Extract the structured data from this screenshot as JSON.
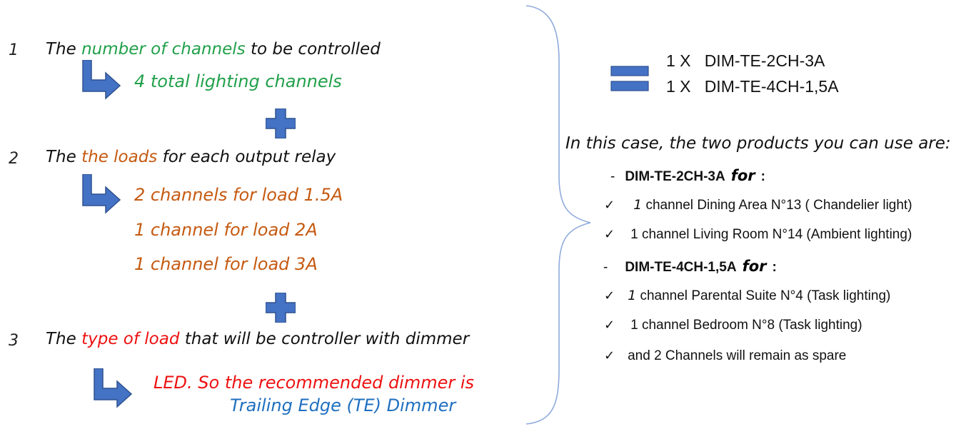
{
  "left": {
    "step1": {
      "number": "1",
      "prefix": "The ",
      "highlight": "number of channels",
      "suffix": " to be controlled",
      "result": "4 total lighting channels"
    },
    "step2": {
      "number": "2",
      "prefix": "The ",
      "highlight": "the loads",
      "suffix": " for each output relay",
      "results": [
        "2 channels for load 1.5A",
        "1 channel for load 2A",
        "1 channel for load 3A"
      ]
    },
    "step3": {
      "number": "3",
      "prefix": "The ",
      "highlight": "type of load",
      "suffix": " that will be controller with dimmer",
      "result_line1": "LED. So the recommended dimmer is",
      "result_line2": "Trailing Edge (TE) Dimmer"
    }
  },
  "right": {
    "products": [
      "1 X   DIM-TE-2CH-3A",
      "1 X   DIM-TE-4CH-1,5A"
    ],
    "intro": "In this case, the two products you can use are:",
    "group1": {
      "dash": "-",
      "name": "DIM-TE-2CH-3A",
      "for": "for",
      "colon": ":",
      "items": [
        {
          "check": "✓",
          "count": "1",
          "pre": " channel ",
          "room": "Dining Area N°13",
          "open": " ( ",
          "type": "Chandelier light",
          "close": ")"
        },
        {
          "check": "✓",
          "count": "1",
          "pre": " channel ",
          "room": "Living Room N°14",
          "open": " (",
          "type": "Ambient lighting",
          "close": ")"
        }
      ]
    },
    "group2": {
      "dash": "-",
      "name": "DIM-TE-4CH-1,5A",
      "for": "for",
      "colon": ":",
      "items": [
        {
          "check": "✓",
          "count": "1",
          "pre": " channel ",
          "room": "Parental Suite N°4",
          "open": " (",
          "type": "Task lighting",
          "close": ")"
        },
        {
          "check": "✓",
          "count": "1",
          "pre": " channel ",
          "room": "Bedroom N°8",
          "open": " (",
          "type": "Task lighting",
          "close": ")"
        }
      ],
      "spare": {
        "check": "✓",
        "text": "and 2 Channels will remain as spare"
      }
    }
  },
  "colors": {
    "shape_blue": "#4472c4",
    "brace": "#8faadc",
    "green": "#21a04a",
    "orange": "#c55a11",
    "red": "#ee1111",
    "blue_text": "#1e6fc0",
    "gold": "#b8860b"
  },
  "icons": [
    "bent-arrow-icon",
    "plus-icon",
    "equals-icon",
    "brace-icon",
    "check-icon"
  ]
}
